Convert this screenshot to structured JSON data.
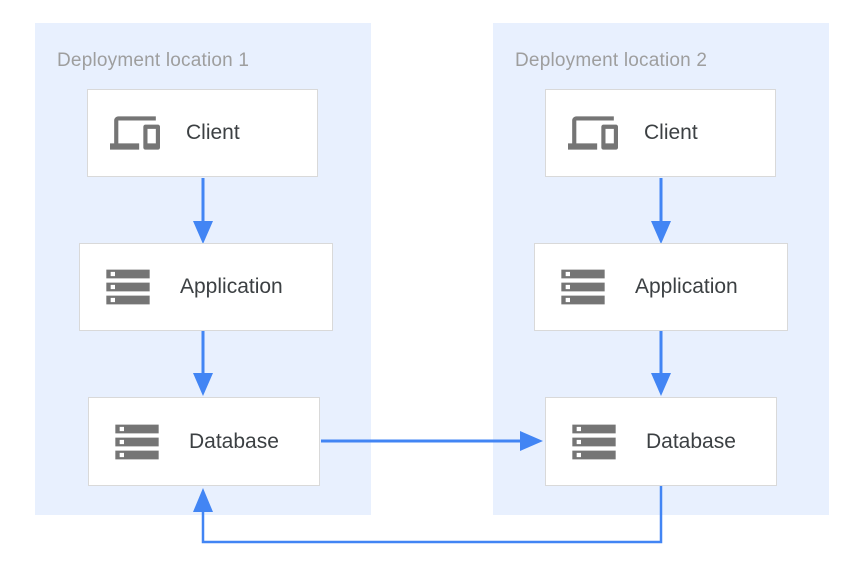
{
  "diagram": {
    "colors": {
      "background": "#ffffff",
      "panel_bg": "#e8f0fe",
      "title_text": "#9e9e9e",
      "node_bg": "#ffffff",
      "node_border": "#d9d9d9",
      "node_text": "#3c4043",
      "icon": "#757575",
      "arrow": "#4285f4"
    },
    "panels": [
      {
        "title": "Deployment location 1",
        "nodes": [
          {
            "label": "Client",
            "icon": "devices-icon"
          },
          {
            "label": "Application",
            "icon": "server-icon"
          },
          {
            "label": "Database",
            "icon": "server-icon"
          }
        ]
      },
      {
        "title": "Deployment location 2",
        "nodes": [
          {
            "label": "Client",
            "icon": "devices-icon"
          },
          {
            "label": "Application",
            "icon": "server-icon"
          },
          {
            "label": "Database",
            "icon": "server-icon"
          }
        ]
      }
    ],
    "edges": [
      {
        "from": "client-1",
        "to": "application-1",
        "direction": "down"
      },
      {
        "from": "application-1",
        "to": "database-1",
        "direction": "down"
      },
      {
        "from": "client-2",
        "to": "application-2",
        "direction": "down"
      },
      {
        "from": "application-2",
        "to": "database-2",
        "direction": "down"
      },
      {
        "from": "database-1",
        "to": "database-2",
        "direction": "right"
      },
      {
        "from": "database-2",
        "to": "database-1",
        "direction": "loop-below"
      }
    ]
  }
}
